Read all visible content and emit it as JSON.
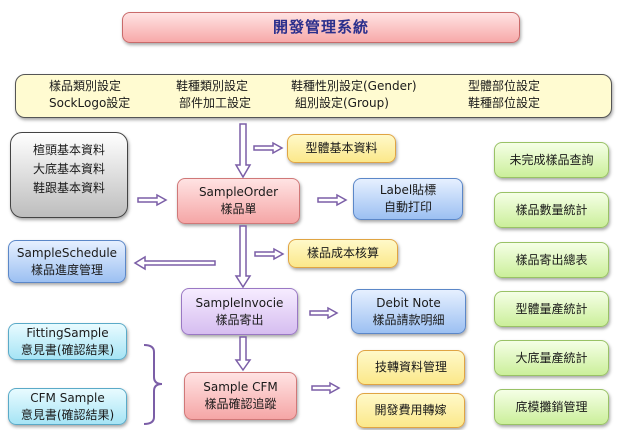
{
  "title": "開發管理系統",
  "settings": {
    "items": [
      "樣品類別設定",
      "鞋種類別設定",
      "鞋種性別設定(Gender)",
      "型體部位設定",
      "SockLogo設定",
      "部件加工設定",
      "組別設定(Group)",
      "鞋種部位設定"
    ]
  },
  "basic_data": {
    "lines": [
      "楦頭基本資料",
      "大底基本資料",
      "鞋跟基本資料"
    ]
  },
  "model_basic": "型體基本資料",
  "sample_order": {
    "line1": "SampleOrder",
    "line2": "樣品單"
  },
  "label_print": {
    "line1": "Label貼標",
    "line2": "自動打印"
  },
  "sample_schedule": {
    "line1": "SampleSchedule",
    "line2": "樣品進度管理"
  },
  "sample_cost": "樣品成本核算",
  "sample_invoice": {
    "line1": "SampleInvocie",
    "line2": "樣品寄出"
  },
  "debit_note": {
    "line1": "Debit Note",
    "line2": "樣品請款明細"
  },
  "fitting_sample": {
    "line1": "FittingSample",
    "line2": "意見書(確認結果)"
  },
  "cfm_sample": {
    "line1": "CFM Sample",
    "line2": "意見書(確認結果)"
  },
  "sample_cfm": {
    "line1": "Sample CFM",
    "line2": "樣品確認追蹤"
  },
  "tech_transfer": "技轉資料管理",
  "dev_cost_transfer": "開發費用轉嫁",
  "reports": [
    "未完成樣品查詢",
    "樣品數量統計",
    "樣品寄出總表",
    "型體量產統計",
    "大底量產統計",
    "底模攤銷管理"
  ],
  "colors": {
    "arrow": "#7b5ea7",
    "title_text": "#2b2f8c"
  }
}
